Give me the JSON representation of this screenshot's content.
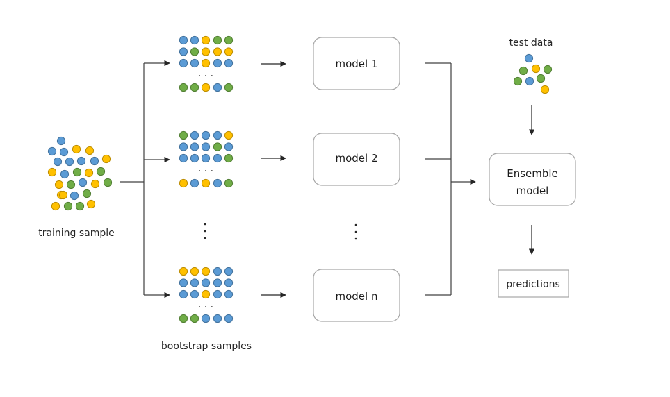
{
  "labels": {
    "training_sample": "training sample",
    "bootstrap_samples": "bootstrap  samples",
    "test_data": "test data",
    "model_1": "model 1",
    "model_2": "model 2",
    "model_n": "model n",
    "ensemble_line1": "Ensemble",
    "ensemble_line2": "model",
    "predictions": "predictions",
    "row_ellipsis": "· · ·"
  },
  "colors": {
    "blue": "#5b9bd5",
    "green": "#70ad47",
    "yellow": "#ffc000",
    "blue_stroke": "#41719c",
    "green_stroke": "#507e32",
    "yellow_stroke": "#bc8c00",
    "line": "#404040",
    "box_border": "#a6a6a6"
  },
  "bootstrap_groups": [
    {
      "rows": [
        [
          "blue",
          "blue",
          "yellow",
          "green",
          "green"
        ],
        [
          "blue",
          "green",
          "yellow",
          "yellow",
          "yellow"
        ],
        [
          "blue",
          "blue",
          "yellow",
          "blue",
          "blue"
        ]
      ],
      "last_row": [
        "green",
        "green",
        "yellow",
        "blue",
        "green"
      ]
    },
    {
      "rows": [
        [
          "green",
          "blue",
          "blue",
          "blue",
          "yellow"
        ],
        [
          "blue",
          "blue",
          "blue",
          "green",
          "blue"
        ],
        [
          "blue",
          "blue",
          "blue",
          "blue",
          "green"
        ]
      ],
      "last_row": [
        "yellow",
        "blue",
        "yellow",
        "blue",
        "green"
      ]
    },
    {
      "rows": [
        [
          "yellow",
          "yellow",
          "yellow",
          "blue",
          "blue"
        ],
        [
          "blue",
          "blue",
          "blue",
          "blue",
          "blue"
        ],
        [
          "blue",
          "blue",
          "yellow",
          "blue",
          "blue"
        ]
      ],
      "last_row": [
        "green",
        "green",
        "blue",
        "blue",
        "blue"
      ]
    }
  ],
  "training_dots": [
    "blue",
    "blue",
    "blue",
    "yellow",
    "yellow",
    "blue",
    "blue",
    "blue",
    "blue",
    "yellow",
    "yellow",
    "blue",
    "green",
    "yellow",
    "green",
    "yellow",
    "green",
    "blue",
    "yellow",
    "green",
    "yellow",
    "blue",
    "green",
    "yellow",
    "green",
    "green",
    "yellow",
    "yellow"
  ],
  "test_dots": [
    "blue",
    "green",
    "yellow",
    "green",
    "green",
    "blue",
    "green",
    "yellow"
  ]
}
